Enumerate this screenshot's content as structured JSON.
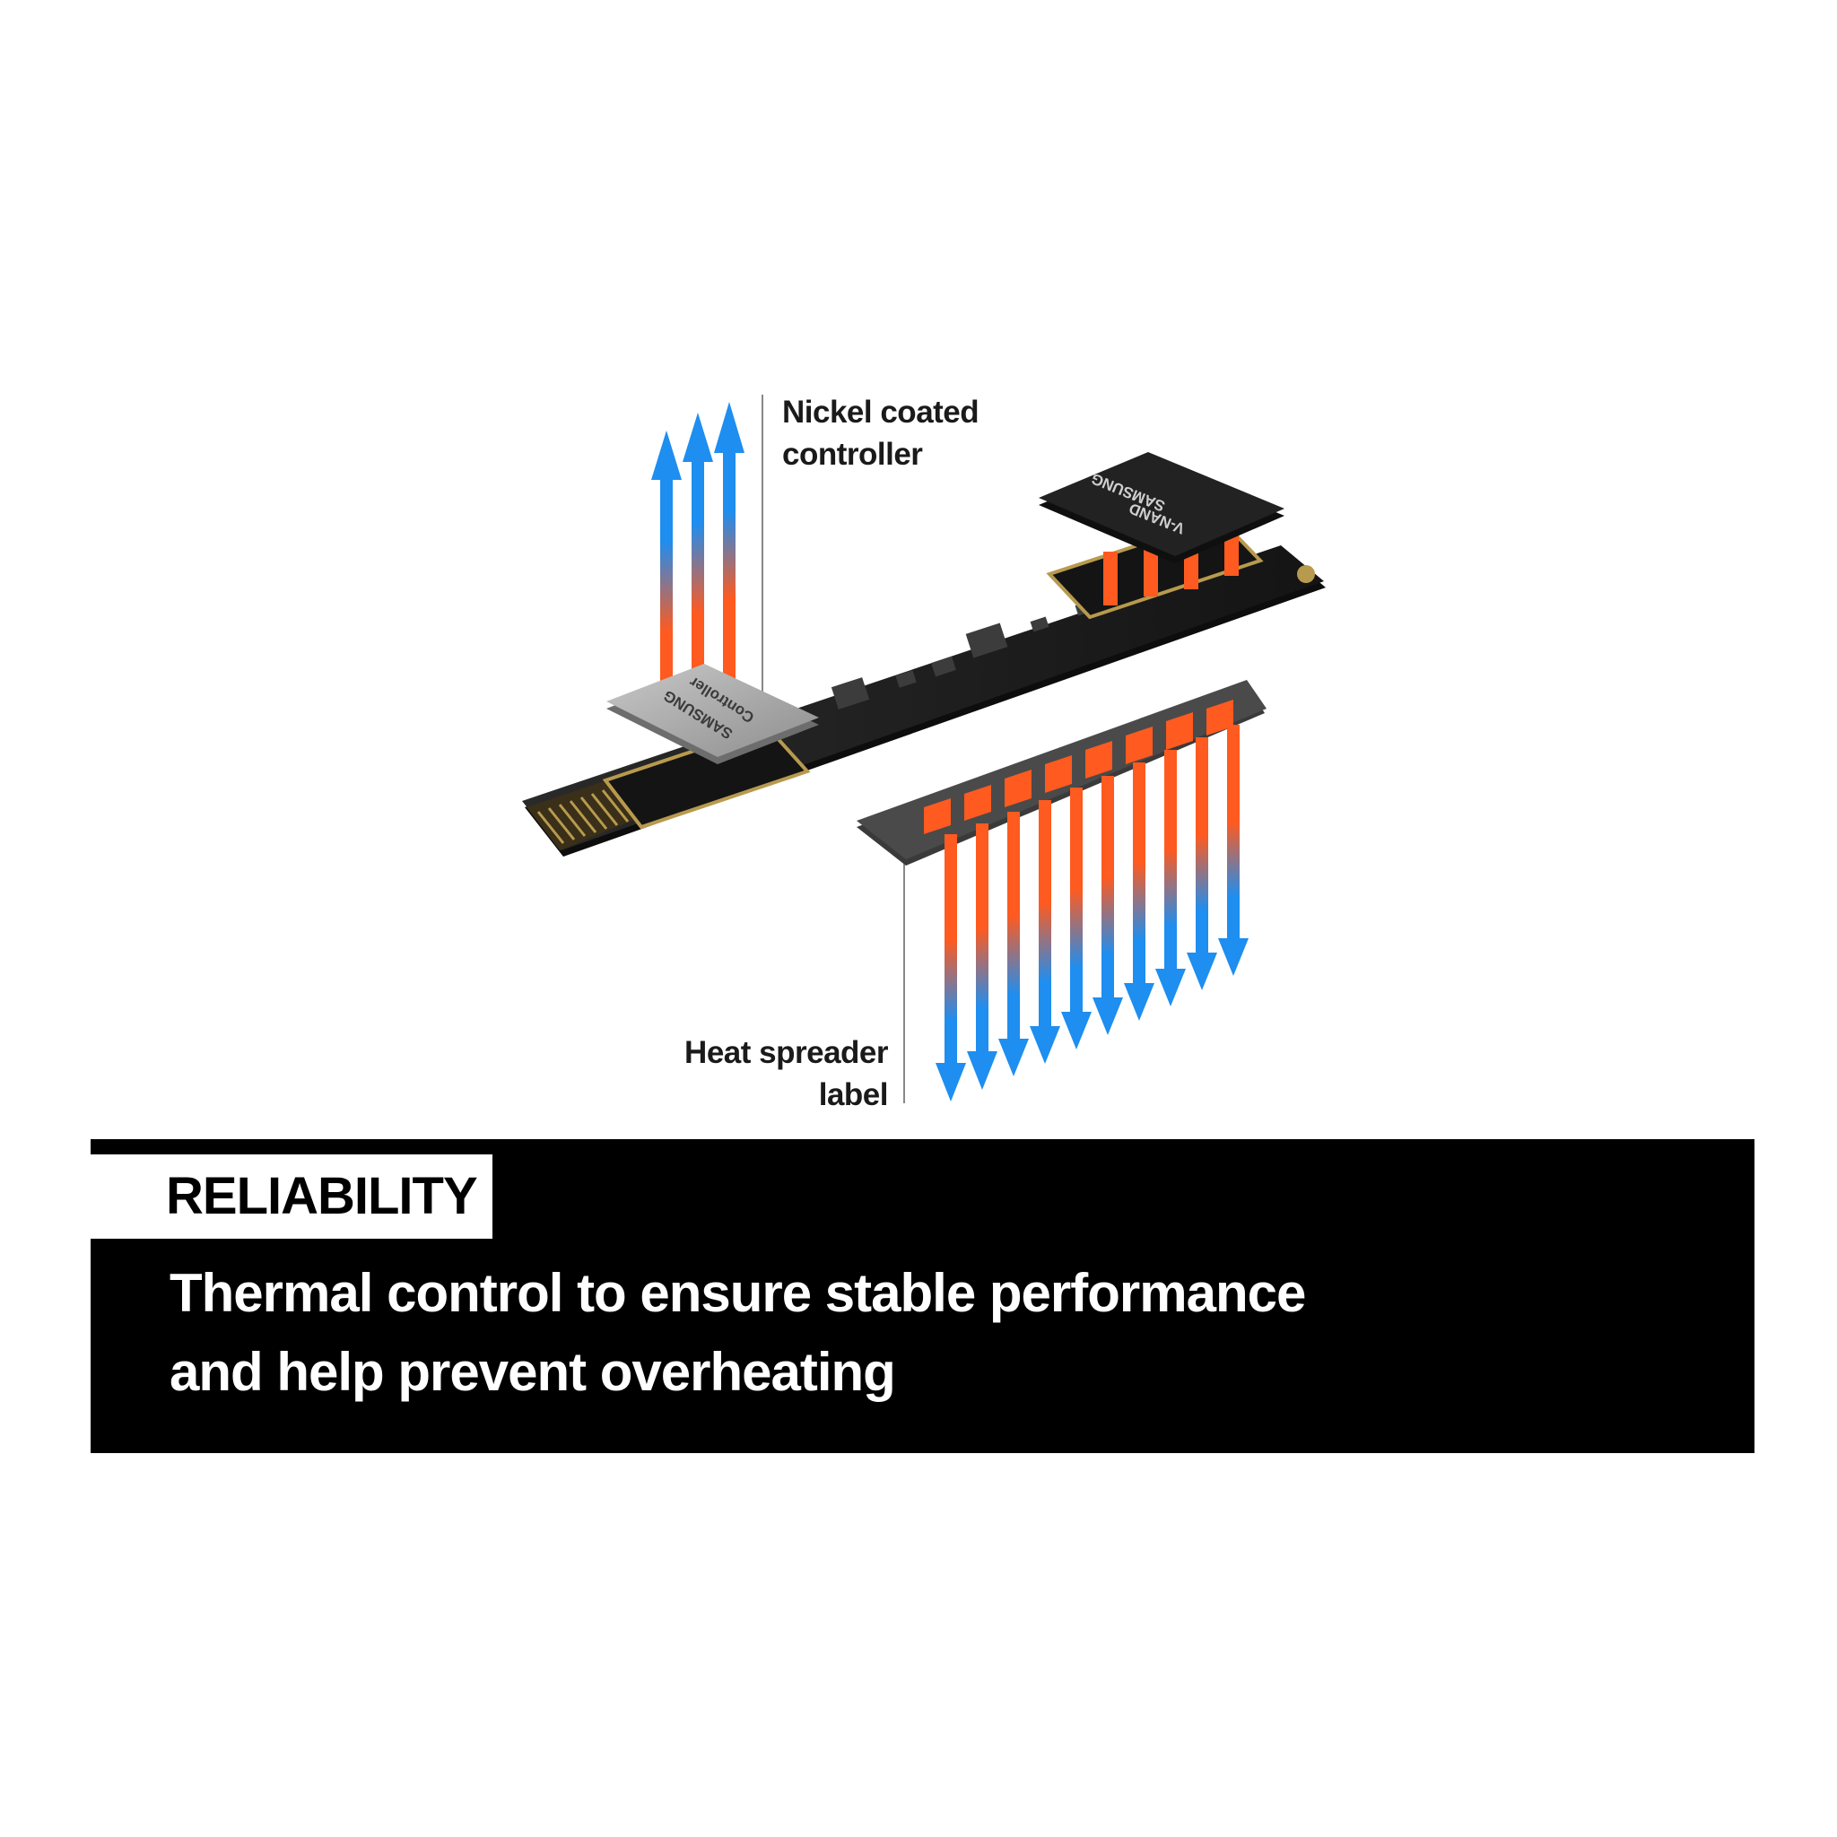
{
  "callouts": {
    "controller": {
      "line1": "Nickel coated",
      "line2": "controller"
    },
    "heat_spreader": {
      "line1": "Heat spreader",
      "line2": "label"
    }
  },
  "chips": {
    "controller": {
      "brand": "SAMSUNG",
      "name": "Controller"
    },
    "nand": {
      "brand": "SAMSUNG",
      "name": "V-NAND"
    }
  },
  "banner": {
    "tag": "RELIABILITY",
    "headline_line1": "Thermal control to ensure stable performance",
    "headline_line2": "and help prevent overheating"
  },
  "colors": {
    "heat": "#ff5a1f",
    "cool": "#1e8ef0",
    "board": "#1b1b1b",
    "controller_chip": "#a6a6a6",
    "gold": "#b89a4e"
  }
}
